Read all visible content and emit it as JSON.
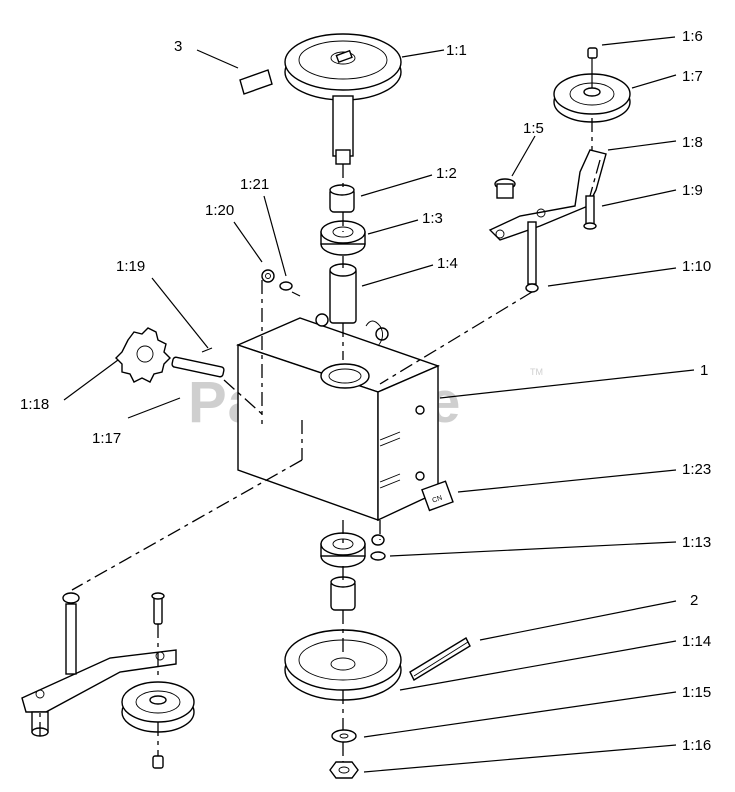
{
  "watermark": {
    "text": "PartsTree",
    "trademark": "TM"
  },
  "callouts": {
    "c3": "3",
    "c1_1": "1:1",
    "c1_2": "1:2",
    "c1_3": "1:3",
    "c1_4": "1:4",
    "c1_5": "1:5",
    "c1_6": "1:6",
    "c1_7": "1:7",
    "c1_8": "1:8",
    "c1_9": "1:9",
    "c1_10": "1:10",
    "c1": "1",
    "c1_23": "1:23",
    "c1_13": "1:13",
    "c2": "2",
    "c1_14": "1:14",
    "c1_15": "1:15",
    "c1_16": "1:16",
    "c1_17": "1:17",
    "c1_18": "1:18",
    "c1_19": "1:19",
    "c1_20": "1:20",
    "c1_21": "1:21"
  }
}
